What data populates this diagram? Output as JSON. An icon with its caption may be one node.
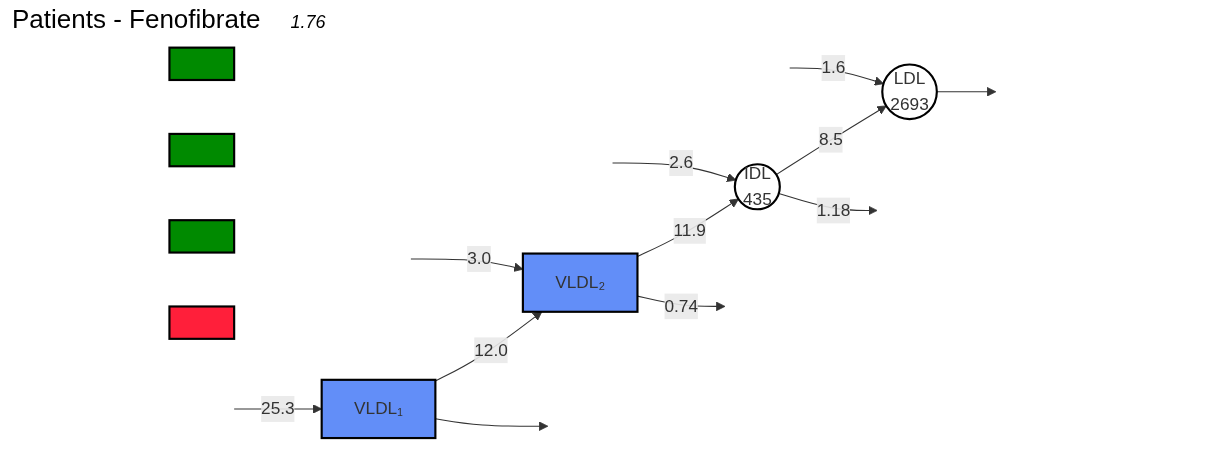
{
  "diagram": {
    "title": "Patients - Fenofibrate",
    "nodes": [
      {
        "text": [
          "VLDL₁"
        ]
      },
      {
        "text": [
          "VLDL₂"
        ]
      },
      {
        "text": [
          "IDL",
          "435"
        ]
      },
      {
        "text": [
          "LDL",
          "2693"
        ]
      },
      {
        "text": [],
        "shape": "box"
      },
      {
        "text": [],
        "shape": "box"
      },
      {
        "text": [],
        "shape": "box"
      },
      {
        "text": [],
        "shape": "box"
      }
    ],
    "edges": [
      {
        "from": null,
        "to": 0,
        "arrow": "to",
        "label": "25.3"
      },
      {
        "from": null,
        "to": 1,
        "arrow": "to",
        "label": "3.0"
      },
      {
        "from": null,
        "to": 2,
        "arrow": "to",
        "label": "2.6"
      },
      {
        "from": null,
        "to": 3,
        "arrow": "to",
        "label": "1.6"
      },
      {
        "from": 0,
        "to": 1,
        "arrow": "to",
        "label": "12.0"
      },
      {
        "from": 1,
        "to": 2,
        "arrow": "to",
        "label": "11.9"
      },
      {
        "from": 2,
        "to": 3,
        "arrow": "to",
        "label": "8.5"
      },
      {
        "from": 0,
        "to": null,
        "arrow": "to"
      },
      {
        "from": 1,
        "to": null,
        "arrow": "to",
        "label": "0.74"
      },
      {
        "from": 2,
        "to": null,
        "arrow": "to",
        "label": "1.18"
      },
      {
        "from": 3,
        "to": null,
        "arrow": "to"
      }
    ],
    "labels": [
      "1.76"
    ]
  }
}
